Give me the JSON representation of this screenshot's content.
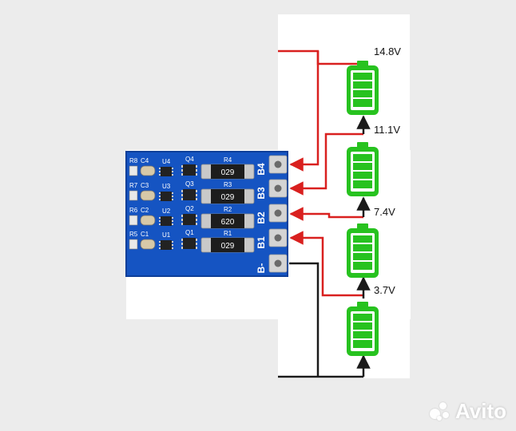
{
  "voltages": [
    "14.8V",
    "11.1V",
    "7.4V",
    "3.7V"
  ],
  "pads": [
    "B4",
    "B3",
    "B2",
    "B1",
    "B-"
  ],
  "resistors": [
    {
      "ref": "R4",
      "code": "029"
    },
    {
      "ref": "R3",
      "code": "029"
    },
    {
      "ref": "R2",
      "code": "620"
    },
    {
      "ref": "R1",
      "code": "029"
    }
  ],
  "left_labels": [
    {
      "r": "R8",
      "c": "C4"
    },
    {
      "r": "R7",
      "c": "C3"
    },
    {
      "r": "R6",
      "c": "C2"
    },
    {
      "r": "R5",
      "c": "C1"
    }
  ],
  "ic_labels": [
    "U4",
    "U3",
    "U2",
    "U1"
  ],
  "q_labels": [
    "Q4",
    "Q3",
    "Q2",
    "Q1"
  ],
  "colors": {
    "pcb": "#1554c2",
    "battery": "#27c21f",
    "wire_red": "#d9201f",
    "wire_black": "#1a1a1a"
  },
  "watermark": "Avito"
}
